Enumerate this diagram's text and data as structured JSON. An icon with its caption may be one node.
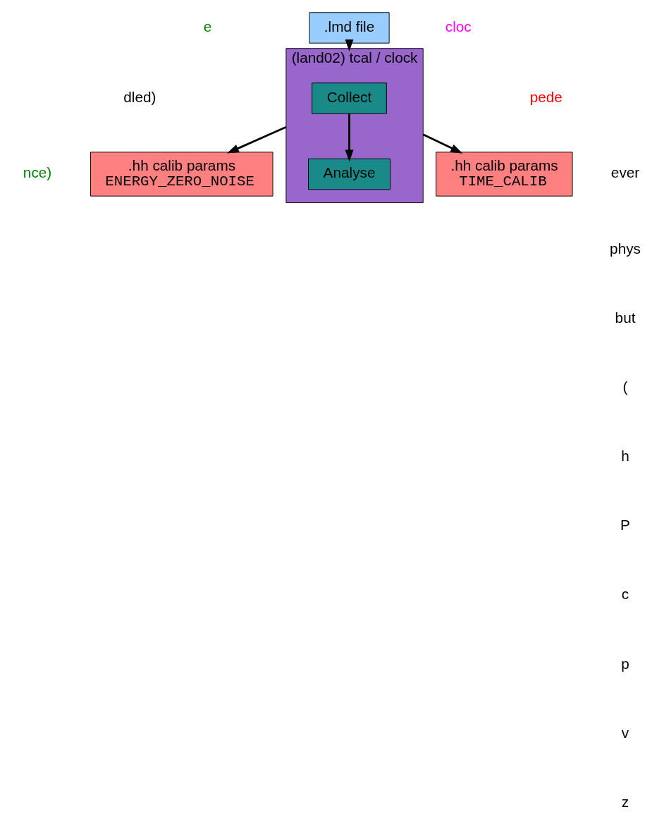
{
  "diagram": {
    "nodes": [
      {
        "text": [
          ".lmd file"
        ]
      },
      {
        "text": [
          "(land02) tcal / clock"
        ]
      },
      {
        "text": [
          "Collect"
        ],
        "in": 1
      },
      {
        "text": [
          "Analyse"
        ],
        "in": 1
      },
      {
        "text": [
          ".hh calib params",
          "TIME_CALIB"
        ]
      },
      {
        "text": [
          ".hh calib params",
          "ENERGY_ZERO_NOISE"
        ]
      }
    ],
    "edges": [
      {
        "from": 0,
        "to": 1,
        "arrow": "to"
      },
      {
        "from": 2,
        "to": 3,
        "arrow": "to"
      },
      {
        "from": 1,
        "to": 4,
        "arrow": "to"
      },
      {
        "from": 1,
        "to": 5,
        "arrow": "to"
      }
    ],
    "labels": [
      "cloc",
      "pede",
      "e",
      "ever",
      "phys",
      "but",
      "dled)",
      "(",
      "h",
      "P",
      "c",
      "p",
      "v",
      "z",
      "nce)"
    ]
  }
}
